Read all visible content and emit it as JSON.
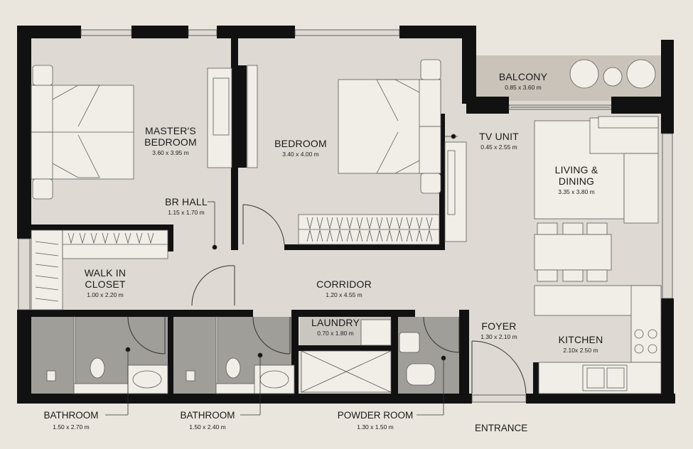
{
  "rooms": {
    "master_bedroom": {
      "name_line1": "MASTER'S",
      "name_line2": "BEDROOM",
      "dims": "3.60 x 3.95 m"
    },
    "bedroom": {
      "name": "BEDROOM",
      "dims": "3.40 x 4.00 m"
    },
    "balcony": {
      "name": "BALCONY",
      "dims": "0.85 x 3.60 m"
    },
    "tv_unit": {
      "name": "TV UNIT",
      "dims": "0.45 x 2.55 m"
    },
    "living_dining": {
      "name_line1": "LIVING &",
      "name_line2": "DINING",
      "dims": "3.35 x 3.80 m"
    },
    "br_hall": {
      "name": "BR HALL",
      "dims": "1.15 x 1.70 m"
    },
    "walk_in_closet": {
      "name_line1": "WALK IN",
      "name_line2": "CLOSET",
      "dims": "1.00 x 2.20 m"
    },
    "corridor": {
      "name": "CORRIDOR",
      "dims": "1.20 x 4.55 m"
    },
    "laundry": {
      "name": "LAUNDRY",
      "dims": "0.70 x 1.80 m"
    },
    "foyer": {
      "name": "FOYER",
      "dims": "1.30 x 2.10 m"
    },
    "kitchen": {
      "name": "KITCHEN",
      "dims": "2.10x 2.50 m"
    },
    "bathroom_1": {
      "name": "BATHROOM",
      "dims": "1.50 x 2.70 m"
    },
    "bathroom_2": {
      "name": "BATHROOM",
      "dims": "1.50 x 2.40 m"
    },
    "powder_room": {
      "name": "POWDER ROOM",
      "dims": "1.30 x 1.50 m"
    }
  },
  "entrance_label": "ENTRANCE",
  "colors": {
    "background": "#ebe6dd",
    "floor": "#dedad3",
    "wall": "#111111",
    "wet_area": "#9f9d98",
    "balcony_floor": "#c5bfb5",
    "furniture": "#f1eee8",
    "furniture_stroke": "#5a5a5a"
  }
}
